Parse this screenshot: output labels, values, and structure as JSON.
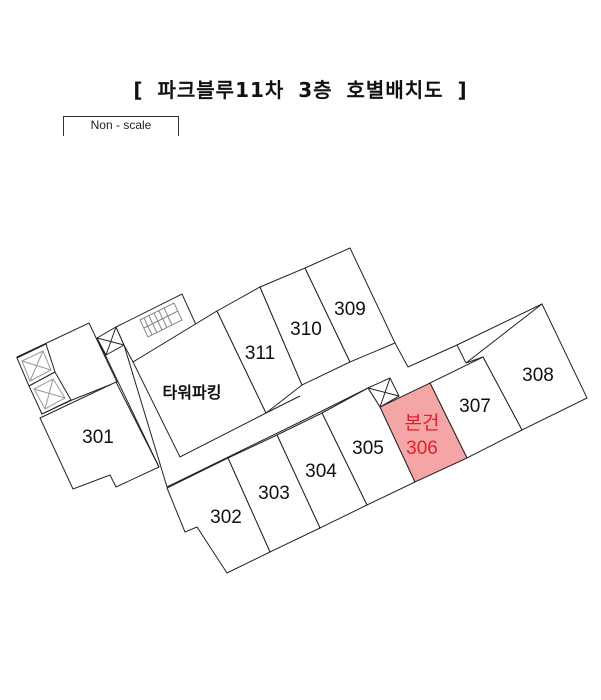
{
  "title": "[  파크블루11차  3층  호별배치도  ]",
  "scale_note": "Non - scale",
  "units": {
    "u301": "301",
    "u302": "302",
    "u303": "303",
    "u304": "304",
    "u305": "305",
    "u306": "306",
    "u307": "307",
    "u308": "308",
    "u309": "309",
    "u310": "310",
    "u311": "311"
  },
  "parking_label": "타워파킹",
  "highlight": {
    "tag": "본건",
    "unit": "306",
    "fill": "#f4a6a6",
    "text_color": "#e0202a"
  }
}
